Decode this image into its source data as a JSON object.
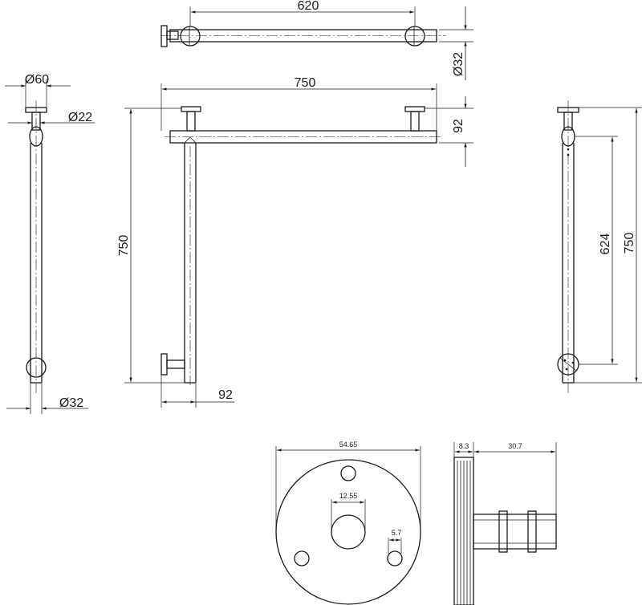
{
  "dimensions": {
    "top_length": "620",
    "top_diameter": "Ø32",
    "front_width": "750",
    "front_offset": "92",
    "front_height": "750",
    "front_bottom_offset": "92",
    "side_flange_dia": "Ø60",
    "side_post_dia": "Ø22",
    "side_tube_dia": "Ø32",
    "right_inner": "624",
    "right_outer": "750",
    "flange_diameter": "54.65",
    "flange_center_hole": "12.55",
    "flange_small_hole": "5.7",
    "profile_plate_thickness": "8.3",
    "profile_depth": "30.7"
  }
}
